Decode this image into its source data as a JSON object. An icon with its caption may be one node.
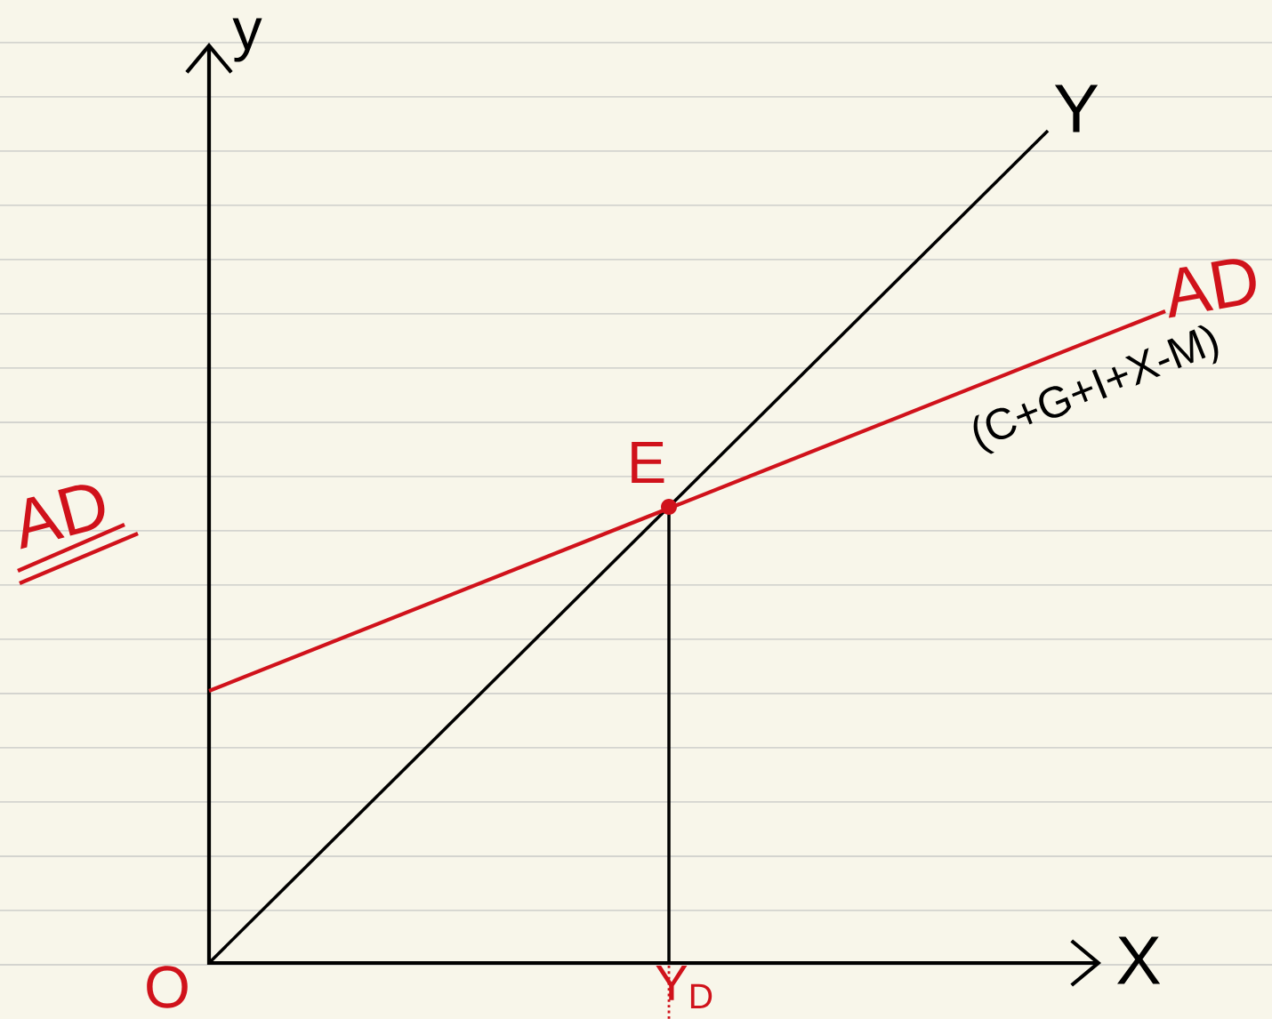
{
  "diagram": {
    "title": "AD",
    "labels": [
      "y",
      "Y",
      "AD",
      "(C+G+I+X-M)",
      "E",
      "O",
      "Y$_{D}$",
      "X"
    ]
  }
}
